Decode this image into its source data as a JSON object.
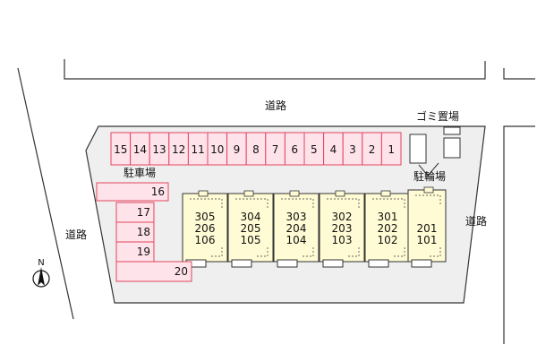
{
  "labels": {
    "road_top": "道路",
    "road_left": "道路",
    "road_right": "道路",
    "parking": "駐車場",
    "bicycle": "駐輪場",
    "garbage": "ゴミ置場",
    "north": "N"
  },
  "parking_row": [
    "15",
    "14",
    "13",
    "12",
    "11",
    "10",
    "9",
    "8",
    "7",
    "6",
    "5",
    "4",
    "3",
    "2",
    "1"
  ],
  "parking_col": [
    "16",
    "17",
    "18",
    "19",
    "20"
  ],
  "units": [
    [
      "305",
      "206",
      "106"
    ],
    [
      "304",
      "205",
      "105"
    ],
    [
      "303",
      "204",
      "104"
    ],
    [
      "302",
      "203",
      "103"
    ],
    [
      "301",
      "202",
      "102"
    ],
    [
      "201",
      "101"
    ]
  ],
  "colors": {
    "parking_fill": "#ffe3ea",
    "parking_stroke": "#e2445f",
    "building_fill": "#fffbd4",
    "lot_fill": "#efefef",
    "line": "#333333"
  }
}
